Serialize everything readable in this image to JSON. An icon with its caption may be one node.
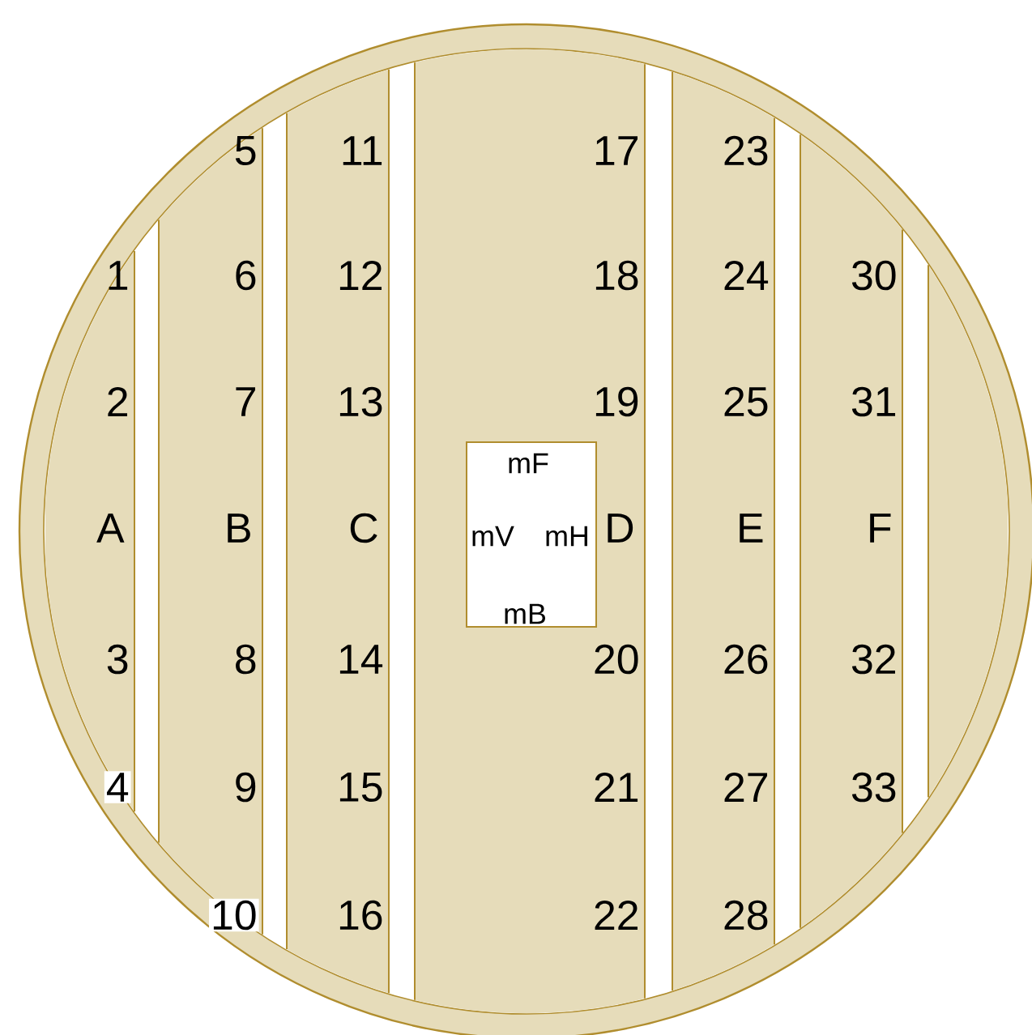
{
  "diagram": {
    "nodes": [
      {
        "text": [],
        "shape": "circle"
      },
      {
        "text": [
          "1",
          "2",
          "A",
          "3",
          "4"
        ],
        "in": 0
      },
      {
        "text": [
          "5",
          "6",
          "7",
          "B",
          "8",
          "9",
          "10"
        ],
        "in": 0
      },
      {
        "text": [
          "11",
          "12",
          "13",
          "C",
          "14",
          "15",
          "16"
        ],
        "in": 0
      },
      {
        "text": [
          "17",
          "18",
          "19",
          "D",
          "20",
          "21",
          "22"
        ],
        "in": 0
      },
      {
        "text": [
          "mF",
          "mV",
          "mH",
          "mB"
        ],
        "in": 4
      },
      {
        "text": [
          "23",
          "24",
          "25",
          "E",
          "26",
          "27",
          "28"
        ],
        "in": 0
      },
      {
        "text": [
          "30",
          "31",
          "F",
          "32",
          "33"
        ],
        "in": 0
      },
      {
        "text": [],
        "shape": "bar",
        "in": 0
      }
    ]
  }
}
